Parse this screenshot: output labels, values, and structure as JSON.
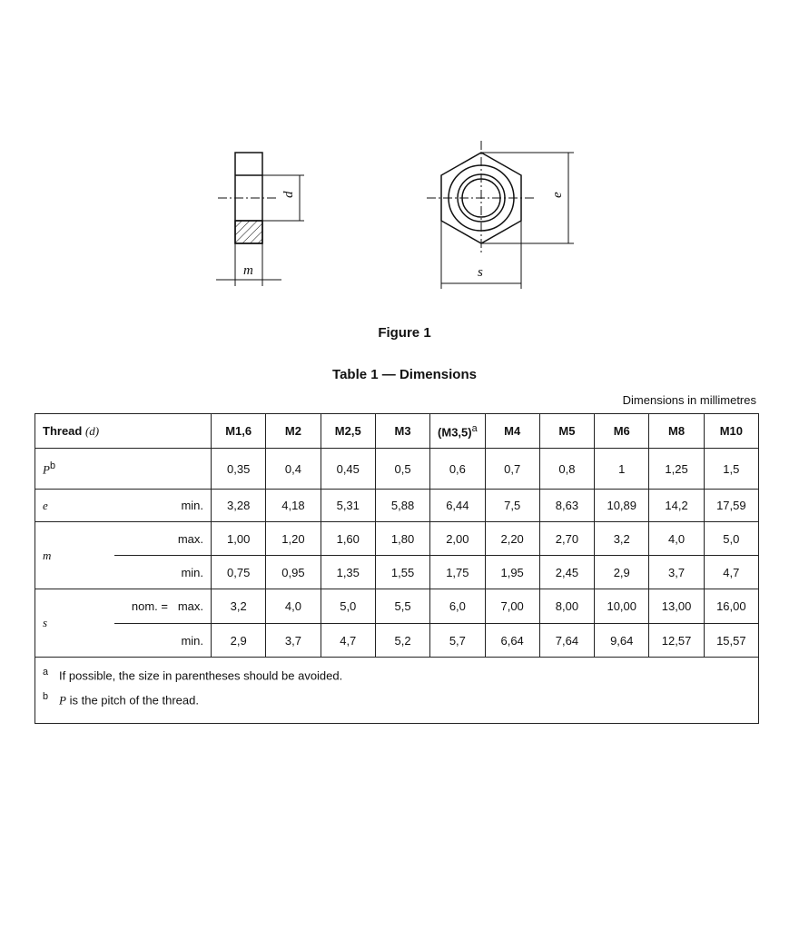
{
  "figure": {
    "caption": "Figure 1",
    "labels": {
      "d": "d",
      "m": "m",
      "e": "e",
      "s": "s"
    }
  },
  "table": {
    "title": "Table 1 — Dimensions",
    "units": "Dimensions in millimetres",
    "header": {
      "label": "Thread",
      "label_symbol": "(d)",
      "columns": [
        "M1,6",
        "M2",
        "M2,5",
        "M3",
        "(M3,5)",
        "M4",
        "M5",
        "M6",
        "M8",
        "M10"
      ],
      "footnote_col_index": 4,
      "footnote_mark": "a"
    },
    "rows": {
      "P": {
        "symbol": "P",
        "mark": "b",
        "values": [
          "0,35",
          "0,4",
          "0,45",
          "0,5",
          "0,6",
          "0,7",
          "0,8",
          "1",
          "1,25",
          "1,5"
        ]
      },
      "e_min": {
        "symbol": "e",
        "qual": "min.",
        "values": [
          "3,28",
          "4,18",
          "5,31",
          "5,88",
          "6,44",
          "7,5",
          "8,63",
          "10,89",
          "14,2",
          "17,59"
        ]
      },
      "m_max": {
        "symbol": "m",
        "qual": "max.",
        "values": [
          "1,00",
          "1,20",
          "1,60",
          "1,80",
          "2,00",
          "2,20",
          "2,70",
          "3,2",
          "4,0",
          "5,0"
        ]
      },
      "m_min": {
        "qual": "min.",
        "values": [
          "0,75",
          "0,95",
          "1,35",
          "1,55",
          "1,75",
          "1,95",
          "2,45",
          "2,9",
          "3,7",
          "4,7"
        ]
      },
      "s_max": {
        "symbol": "s",
        "nom": "nom. =",
        "qual": "max.",
        "values": [
          "3,2",
          "4,0",
          "5,0",
          "5,5",
          "6,0",
          "7,00",
          "8,00",
          "10,00",
          "13,00",
          "16,00"
        ]
      },
      "s_min": {
        "qual": "min.",
        "values": [
          "2,9",
          "3,7",
          "4,7",
          "5,2",
          "5,7",
          "6,64",
          "7,64",
          "9,64",
          "12,57",
          "15,57"
        ]
      }
    },
    "footnotes": [
      {
        "mark": "a",
        "text": "If possible, the size in parentheses should be avoided."
      },
      {
        "mark": "b",
        "symbol": "P",
        "text": " is the pitch of the thread."
      }
    ]
  }
}
